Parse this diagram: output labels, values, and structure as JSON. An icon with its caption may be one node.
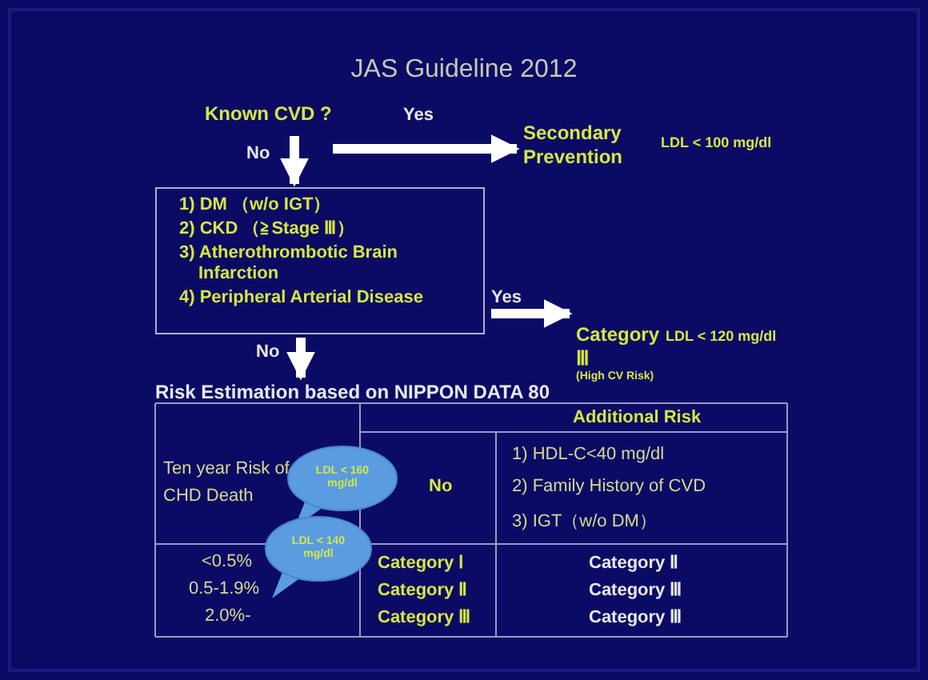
{
  "diagram": {
    "title": "JAS Guideline 2012",
    "nodes": [
      {
        "text": [
          "Known CVD ?"
        ]
      },
      {
        "text": [
          "Secondary Prevention"
        ],
        "beside": [
          "LDL < 100 mg/dl"
        ]
      },
      {
        "text": [
          "1) DM （w/o IGT）",
          "2) CKD （≧Stage Ⅲ）",
          "3) Atherothrombotic Brain Infarction",
          "4) Peripheral Arterial Disease"
        ]
      },
      {
        "text": [
          "Category Ⅲ",
          "(High CV Risk)"
        ],
        "beside": [
          "LDL < 120 mg/dl"
        ]
      },
      {
        "text": [
          "Risk Estimation based on NIPPON DATA 80"
        ]
      },
      {
        "text": [
          "LDL < 160 mg/dl"
        ]
      },
      {
        "text": [
          "LDL < 140 mg/dl"
        ]
      }
    ],
    "edges": [
      {
        "from": 0,
        "to": 1,
        "arrow": "to",
        "label": "Yes"
      },
      {
        "from": 0,
        "to": 2,
        "arrow": "to",
        "label": "No"
      },
      {
        "from": 2,
        "to": 3,
        "arrow": "to",
        "label": "Yes"
      },
      {
        "from": 2,
        "to": 4,
        "arrow": "to",
        "label": "No"
      }
    ],
    "labels": [
      "Additional Risk",
      "Ten year Risk of CHD Death",
      "No",
      "1) HDL-C<40 mg/dl",
      "2) Family History of CVD",
      "3) IGT（w/o DM）",
      "<0.5%",
      "Category Ⅰ",
      "Category Ⅱ",
      "0.5-1.9%",
      "Category Ⅱ",
      "Category Ⅲ",
      "2.0%-",
      "Category Ⅲ",
      "Category Ⅲ"
    ]
  }
}
